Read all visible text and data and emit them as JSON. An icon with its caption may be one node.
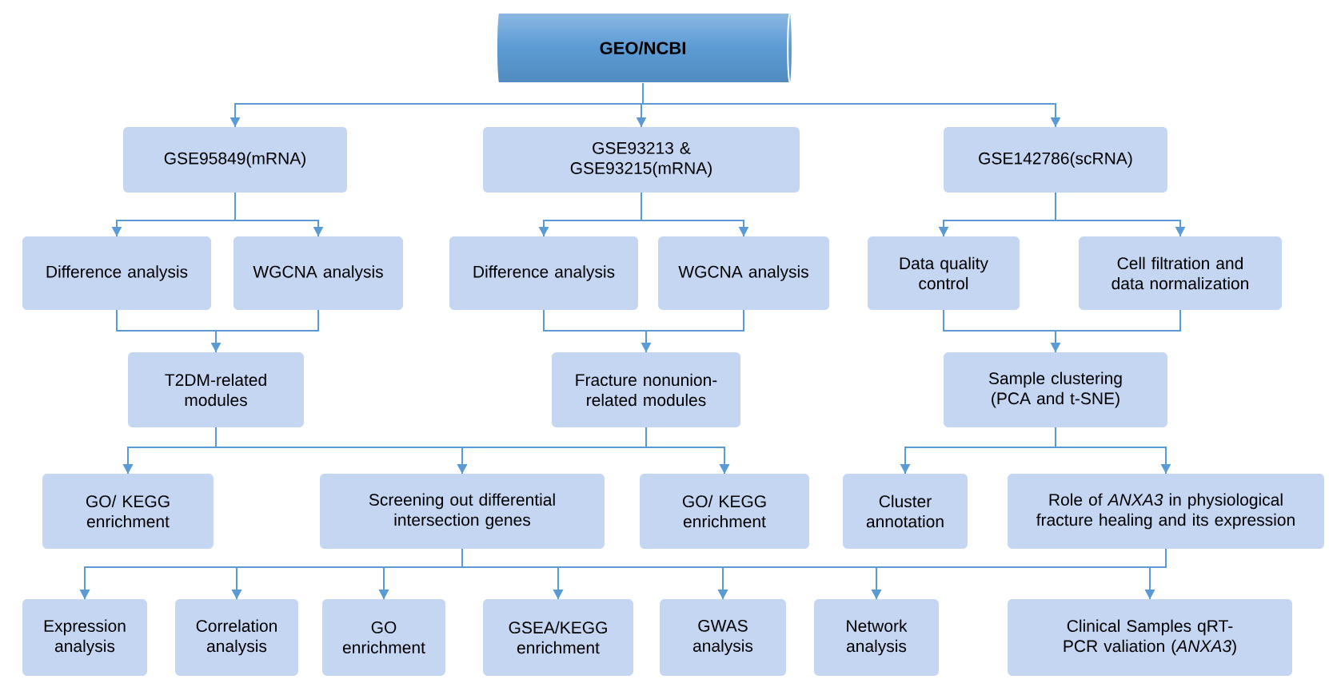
{
  "diagram": {
    "nodes": [
      {
        "text": [
          "GEO/NCBI"
        ]
      },
      {
        "text": [
          "GSE95849(mRNA)"
        ]
      },
      {
        "text": [
          "GSE93213 & GSE93215(mRNA)"
        ]
      },
      {
        "text": [
          "GSE142786(scRNA)"
        ]
      },
      {
        "text": [
          "Difference analysis"
        ]
      },
      {
        "text": [
          "WGCNA analysis"
        ]
      },
      {
        "text": [
          "Difference analysis"
        ]
      },
      {
        "text": [
          "WGCNA analysis"
        ]
      },
      {
        "text": [
          "Data quality control"
        ]
      },
      {
        "text": [
          "Cell filtration and data normalization"
        ]
      },
      {
        "text": [
          "T2DM-related modules"
        ]
      },
      {
        "text": [
          "Fracture nonunion-related modules"
        ]
      },
      {
        "text": [
          "Sample clustering (PCA and t-SNE)"
        ]
      },
      {
        "text": [
          "GO/ KEGG enrichment"
        ]
      },
      {
        "text": [
          "Screening out differential intersection genes"
        ]
      },
      {
        "text": [
          "GO/ KEGG enrichment"
        ]
      },
      {
        "text": [
          "Cluster annotation"
        ]
      },
      {
        "text": [
          "Role of *ANXA3* in physiological fracture healing and its expression"
        ]
      },
      {
        "text": [
          "Expression analysis"
        ]
      },
      {
        "text": [
          "Correlation analysis"
        ]
      },
      {
        "text": [
          "GO enrichment"
        ]
      },
      {
        "text": [
          "GSEA/KEGG enrichment"
        ]
      },
      {
        "text": [
          "GWAS analysis"
        ]
      },
      {
        "text": [
          "Network analysis"
        ]
      },
      {
        "text": [
          "Clinical Samples qRT-PCR valiation (*ANXA3*)"
        ]
      }
    ],
    "edges": [
      {
        "from": 0,
        "to": 1,
        "arrow": "to"
      },
      {
        "from": 0,
        "to": 2,
        "arrow": "to"
      },
      {
        "from": 0,
        "to": 3,
        "arrow": "to"
      },
      {
        "from": 1,
        "to": 4,
        "arrow": "to"
      },
      {
        "from": 1,
        "to": 5,
        "arrow": "to"
      },
      {
        "from": 2,
        "to": 6,
        "arrow": "to"
      },
      {
        "from": 2,
        "to": 7,
        "arrow": "to"
      },
      {
        "from": 3,
        "to": 8,
        "arrow": "to"
      },
      {
        "from": 3,
        "to": 9,
        "arrow": "to"
      },
      {
        "from": 4,
        "to": 10,
        "arrow": "to"
      },
      {
        "from": 5,
        "to": 10,
        "arrow": "to"
      },
      {
        "from": 6,
        "to": 11,
        "arrow": "to"
      },
      {
        "from": 7,
        "to": 11,
        "arrow": "to"
      },
      {
        "from": 8,
        "to": 12,
        "arrow": "to"
      },
      {
        "from": 9,
        "to": 12,
        "arrow": "to"
      },
      {
        "from": 10,
        "to": 13,
        "arrow": "to"
      },
      {
        "from": 10,
        "to": 14,
        "arrow": "to"
      },
      {
        "from": 10,
        "to": 15,
        "arrow": "to"
      },
      {
        "from": 11,
        "to": 13,
        "arrow": "to"
      },
      {
        "from": 11,
        "to": 14,
        "arrow": "to"
      },
      {
        "from": 11,
        "to": 15,
        "arrow": "to"
      },
      {
        "from": 12,
        "to": 16,
        "arrow": "to"
      },
      {
        "from": 12,
        "to": 17,
        "arrow": "to"
      },
      {
        "from": 14,
        "to": 18,
        "arrow": "to"
      },
      {
        "from": 14,
        "to": 19,
        "arrow": "to"
      },
      {
        "from": 14,
        "to": 20,
        "arrow": "to"
      },
      {
        "from": 14,
        "to": 21,
        "arrow": "to"
      },
      {
        "from": 14,
        "to": 22,
        "arrow": "to"
      },
      {
        "from": 14,
        "to": 23,
        "arrow": "to"
      },
      {
        "from": 14,
        "to": 24,
        "arrow": "to"
      },
      {
        "from": 17,
        "to": 18,
        "arrow": "to"
      },
      {
        "from": 17,
        "to": 19,
        "arrow": "to"
      },
      {
        "from": 17,
        "to": 20,
        "arrow": "to"
      },
      {
        "from": 17,
        "to": 21,
        "arrow": "to"
      },
      {
        "from": 17,
        "to": 22,
        "arrow": "to"
      },
      {
        "from": 17,
        "to": 23,
        "arrow": "to"
      },
      {
        "from": 17,
        "to": 24,
        "arrow": "to"
      }
    ]
  }
}
